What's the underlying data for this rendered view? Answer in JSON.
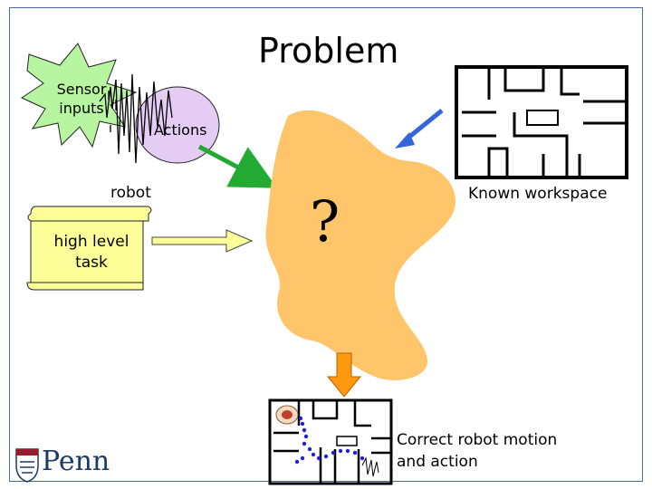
{
  "title": "Problem",
  "sensor_label": "Sensor inputs",
  "actions_label": "Actions",
  "robot_label": "robot",
  "task_label": "high level task",
  "workspace_label": "Known workspace",
  "question_mark": "?",
  "result_label": "Correct robot motion and action",
  "logo_text": "Penn",
  "colors": {
    "sensor_burst": "#b8f5a0",
    "actions_bubble": "#e4ccf5",
    "problem_blob": "#ffc56b",
    "scroll": "#ffff99",
    "arrow_green": "#22aa33",
    "arrow_blue": "#3366dd",
    "arrow_orange": "#ff9a10",
    "path_dots": "#2222cc"
  }
}
